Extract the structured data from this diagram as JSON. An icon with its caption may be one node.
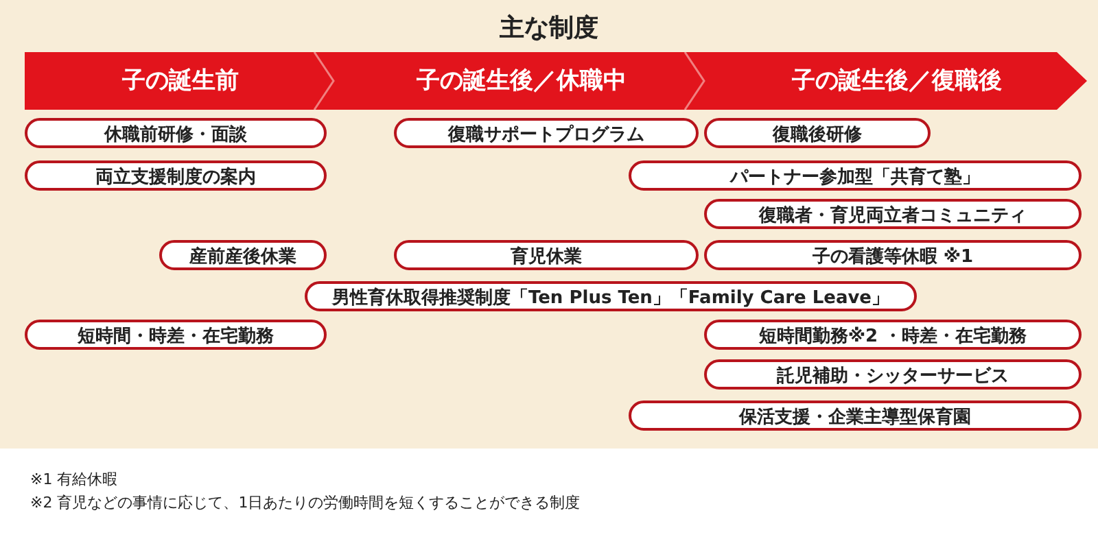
{
  "diagram": {
    "title": "主な制度",
    "nodes": [
      {
        "text": [
          "子の誕生前"
        ]
      },
      {
        "text": [
          "子の誕生後／休職中"
        ]
      },
      {
        "text": [
          "子の誕生後／復職後"
        ]
      },
      {
        "text": [
          "休職前研修・面談"
        ]
      },
      {
        "text": [
          "復職サポートプログラム"
        ]
      },
      {
        "text": [
          "復職後研修"
        ]
      },
      {
        "text": [
          "両立支援制度の案内"
        ]
      },
      {
        "text": [
          "パートナー参加型「共育て塾」"
        ]
      },
      {
        "text": [
          "復職者・育児両立者コミュニティ"
        ]
      },
      {
        "text": [
          "産前産後休業"
        ]
      },
      {
        "text": [
          "育児休業"
        ]
      },
      {
        "text": [
          "子の看護等休暇 ※1"
        ]
      },
      {
        "text": [
          "男性育休取得推奨制度「Ten Plus Ten」「Family Care Leave」"
        ]
      },
      {
        "text": [
          "短時間・時差・在宅勤務"
        ]
      },
      {
        "text": [
          "短時間勤務※2 ・時差・在宅勤務"
        ]
      },
      {
        "text": [
          "託児補助・シッターサービス"
        ]
      },
      {
        "text": [
          "保活支援・企業主導型保育園"
        ]
      }
    ],
    "labels": [
      "※1 有給休暇",
      "※2 育児などの事情に応じて、1日あたりの労働時間を短くすることができる制度"
    ]
  }
}
